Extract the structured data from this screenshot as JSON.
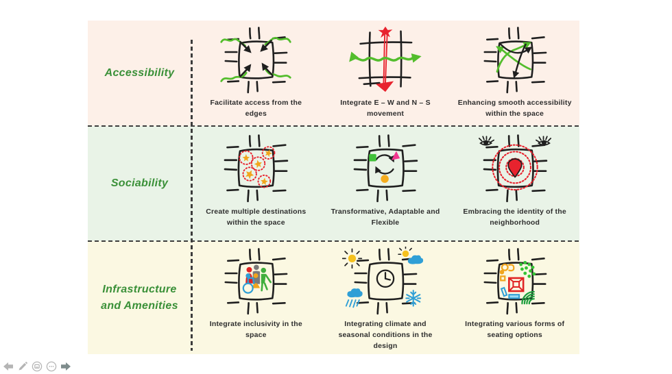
{
  "slide": {
    "rows": [
      {
        "label": "Accessibility",
        "bg": "#fdf0e8",
        "cells": [
          {
            "icon": "edges-access-icon",
            "caption": "Facilitate access from the edges"
          },
          {
            "icon": "ew-ns-movement-icon",
            "caption": "Integrate E – W and N – S movement"
          },
          {
            "icon": "smooth-accessibility-icon",
            "caption": "Enhancing smooth accessibility within the space"
          }
        ]
      },
      {
        "label": "Sociability",
        "bg": "#e9f3e7",
        "cells": [
          {
            "icon": "multiple-destinations-icon",
            "caption": "Create multiple destinations within the space"
          },
          {
            "icon": "adaptable-cycle-icon",
            "caption": "Transformative, Adaptable and Flexible"
          },
          {
            "icon": "neighborhood-identity-icon",
            "caption": "Embracing the identity of the neighborhood"
          }
        ]
      },
      {
        "label": "Infrastructure and Amenities",
        "bg": "#fbf8e2",
        "cells": [
          {
            "icon": "inclusivity-icon",
            "caption": "Integrate inclusivity in the space"
          },
          {
            "icon": "climate-seasons-icon",
            "caption": "Integrating climate and seasonal conditions in the design"
          },
          {
            "icon": "seating-options-icon",
            "caption": "Integrating various forms of seating options"
          }
        ]
      }
    ],
    "colors": {
      "label_green": "#3a9038",
      "sketch_black": "#1f1f1f",
      "sketch_green": "#53bd2c",
      "sketch_red": "#e8232e",
      "sketch_orange": "#f2a51d",
      "sketch_pink": "#f2368f",
      "sketch_blue": "#2f9fd6",
      "divider": "#3c3c3c"
    }
  },
  "presenter_toolbar": {
    "icons": [
      "previous-slide",
      "pen",
      "slide-navigator",
      "more-options",
      "next-slide"
    ]
  }
}
